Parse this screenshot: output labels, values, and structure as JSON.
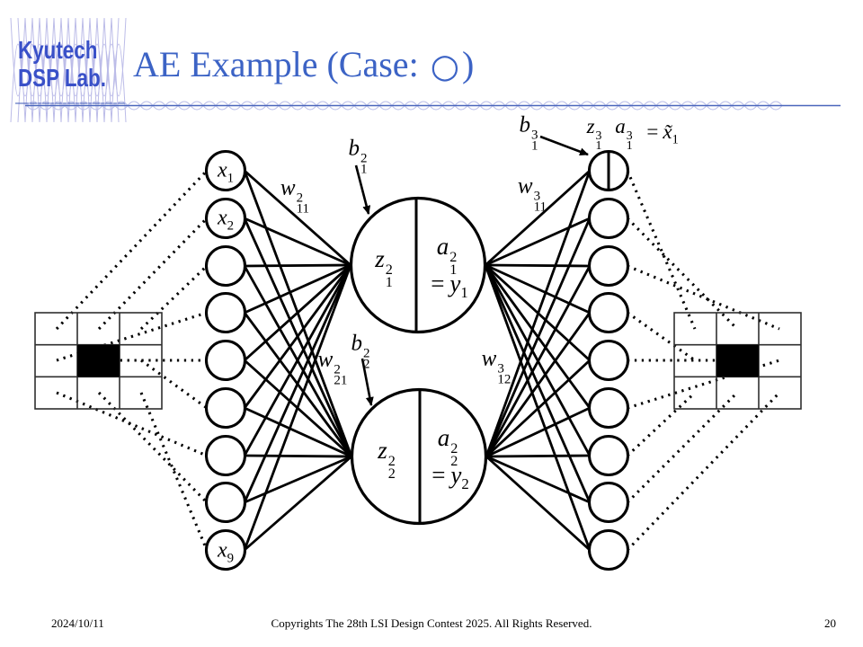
{
  "slide": {
    "logo": {
      "line1": "Kyutech",
      "line2": "DSP Lab."
    },
    "title": {
      "prefix": "AE Example (Case: ",
      "symbol": "○",
      "suffix": ")"
    },
    "footer": {
      "date": "2024/10/11",
      "copyright": "Copyrights The 28th LSI Design Contest 2025.  All Rights Reserved.",
      "page": "20"
    }
  },
  "diagram": {
    "input_labels": {
      "x1": {
        "base": "x",
        "sub": "1"
      },
      "x2": {
        "base": "x",
        "sub": "2"
      },
      "x9": {
        "base": "x",
        "sub": "9"
      }
    },
    "hidden1": {
      "z": {
        "base": "z",
        "sup": "2",
        "sub": "1"
      },
      "a": {
        "base": "a",
        "sup": "2",
        "sub": "1"
      },
      "eq": {
        "pre": "=",
        "base": "y",
        "sub": "1"
      }
    },
    "hidden2": {
      "z": {
        "base": "z",
        "sup": "2",
        "sub": "2"
      },
      "a": {
        "base": "a",
        "sup": "2",
        "sub": "2"
      },
      "eq": {
        "pre": "=",
        "base": "y",
        "sub": "2"
      }
    },
    "params": {
      "w11_2": {
        "base": "w",
        "sup": "2",
        "sub": "11"
      },
      "b1_2": {
        "base": "b",
        "sup": "2",
        "sub": "1"
      },
      "w21_2": {
        "base": "w",
        "sup": "2",
        "sub": "21"
      },
      "b2_2": {
        "base": "b",
        "sup": "2",
        "sub": "2"
      },
      "w11_3": {
        "base": "w",
        "sup": "3",
        "sub": "11"
      },
      "w12_3": {
        "base": "w",
        "sup": "3",
        "sub": "12"
      },
      "b1_3": {
        "base": "b",
        "sup": "3",
        "sub": "1"
      }
    },
    "output1": {
      "z": {
        "base": "z",
        "sup": "3",
        "sub": "1"
      },
      "a": {
        "base": "a",
        "sup": "3",
        "sub": "1"
      },
      "eq": {
        "pre": "=",
        "base": "x̃",
        "sub": "1"
      }
    }
  },
  "colors": {
    "title_blue": "#3c63c5",
    "logo_blue": "#3950c8",
    "wave_lavender": "#bcbce8",
    "divider_blue": "#4a66bc",
    "diagram_black": "#000000"
  }
}
